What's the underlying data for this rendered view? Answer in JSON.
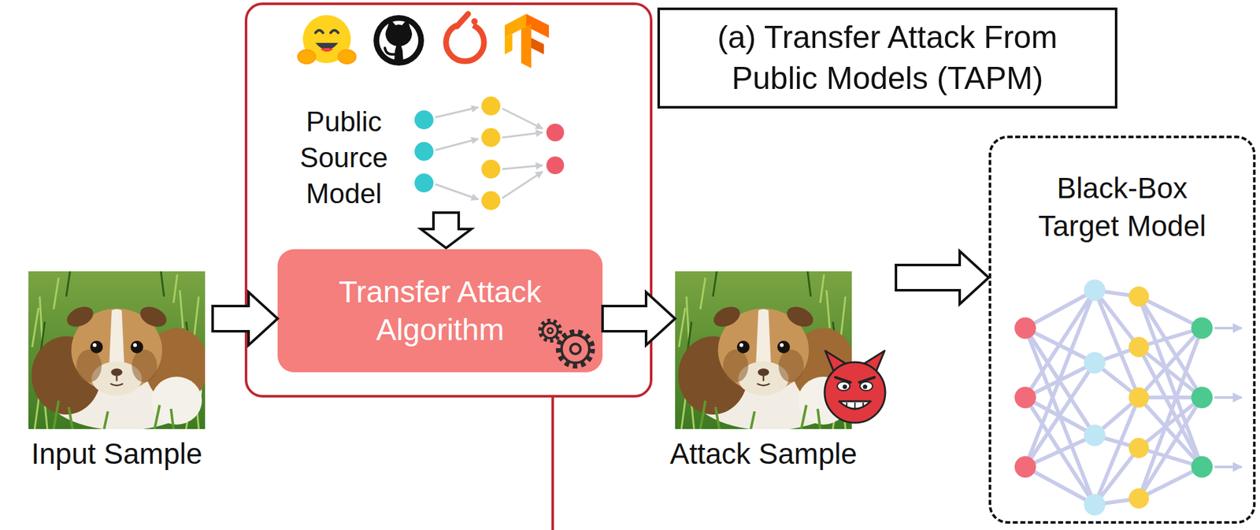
{
  "diagram": {
    "nodes": [
      {
        "text": [
          "Input Sample"
        ]
      },
      {
        "text": [
          "Public Source Model"
        ]
      },
      {
        "text": [
          "Transfer Attack Algorithm"
        ],
        "in": 1
      },
      {
        "text": [
          "Attack Sample"
        ]
      },
      {
        "text": [
          "(a) Transfer Attack From Public Models (TAPM)"
        ]
      },
      {
        "text": [
          "Black-Box Target Model"
        ]
      }
    ],
    "edges": [
      {
        "from": 0,
        "to": 2,
        "arrow": "to"
      },
      {
        "from": 2,
        "to": 3,
        "arrow": "to"
      },
      {
        "from": 3,
        "to": 5,
        "arrow": "to"
      }
    ]
  }
}
